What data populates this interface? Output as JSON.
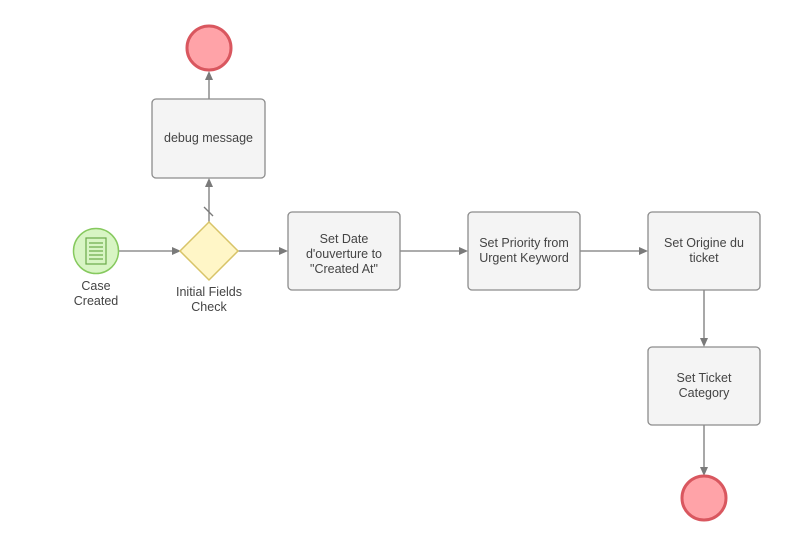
{
  "diagram": {
    "start_event": {
      "label": "Case\nCreated",
      "icon": "document-icon"
    },
    "gateway": {
      "label": "Initial Fields\nCheck"
    },
    "tasks": {
      "debug": "debug message",
      "set_date": "Set Date\nd'ouverture to\n\"Created At\"",
      "set_priority": "Set Priority from\nUrgent Keyword",
      "set_origine": "Set Origine du\nticket",
      "set_category": "Set Ticket\nCategory"
    },
    "colors": {
      "task_fill": "#f4f4f4",
      "task_stroke": "#8c8c8c",
      "end_fill": "#ffa3a8",
      "end_stroke": "#d9575f",
      "start_fill": "#d8f5c4",
      "start_stroke": "#86c95e",
      "gateway_fill": "#fff6c7",
      "gateway_stroke": "#d8c468",
      "connector": "#7a7a7a"
    }
  }
}
